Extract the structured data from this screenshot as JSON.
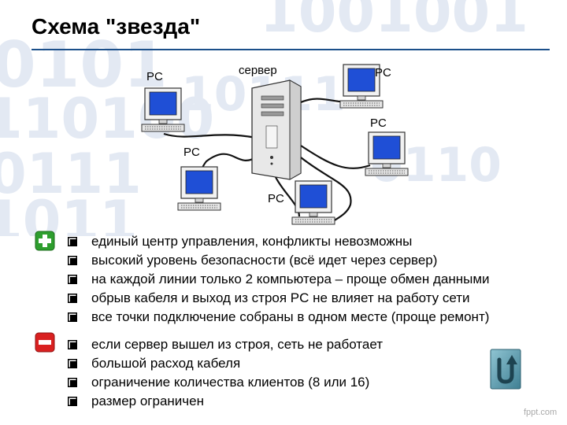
{
  "slide": {
    "title": "Схема \"звезда\""
  },
  "diagram": {
    "server_label": "сервер",
    "pc_labels": [
      "PC",
      "PC",
      "PC",
      "PC",
      "PC"
    ]
  },
  "advantages": [
    "единый центр управления, конфликты невозможны",
    "высокий уровень безопасности (всё идет через сервер)",
    "на каждой линии только 2 компьютера – проще обмен данными",
    "обрыв кабеля и выход из строя PC не влияет на работу сети",
    "все точки подключение собраны в одном месте (проще ремонт)"
  ],
  "disadvantages": [
    "если сервер вышел из строя, сеть не работает",
    "большой расход кабеля",
    "ограничение количества клиентов (8 или 16)",
    "размер ограничен"
  ],
  "icons": {
    "advantages_marker": "plus-icon",
    "disadvantages_marker": "minus-icon",
    "return": "return-arrow-icon",
    "bullet": "checkbox-bullet-icon"
  },
  "colors": {
    "plus": "#2e9e2e",
    "minus": "#d92020",
    "screen": "#1f4fd6",
    "return_button": "#5aa0b4",
    "accent_rule": "#1b4f8a"
  },
  "watermark": "fppt.com"
}
